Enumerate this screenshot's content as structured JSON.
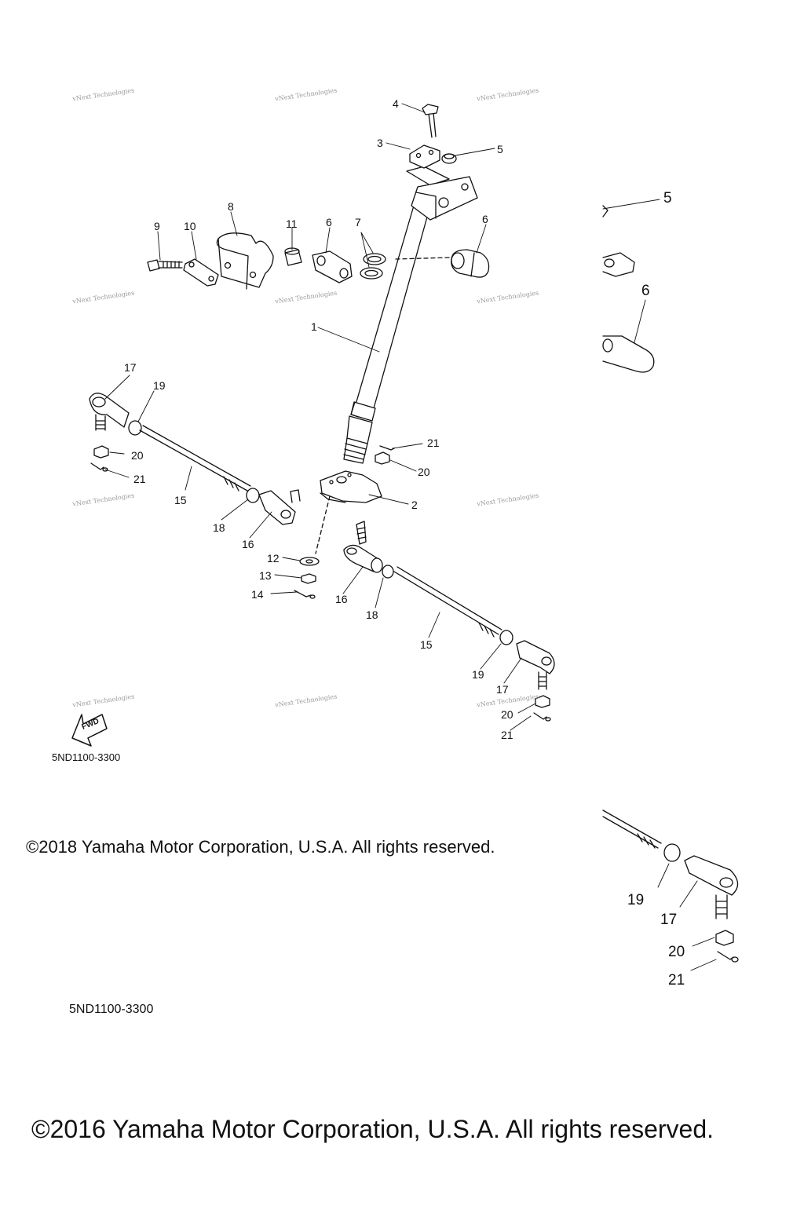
{
  "watermark": "vNext Technologies",
  "callouts": {
    "c1": "1",
    "c2": "2",
    "c3": "3",
    "c4": "4",
    "c5": "5",
    "c6a": "6",
    "c6b": "6",
    "c7": "7",
    "c8": "8",
    "c9": "9",
    "c10": "10",
    "c11": "11",
    "c12": "12",
    "c13": "13",
    "c14": "14",
    "c15a": "15",
    "c15b": "15",
    "c16a": "16",
    "c16b": "16",
    "c17a": "17",
    "c17b": "17",
    "c18a": "18",
    "c18b": "18",
    "c19a": "19",
    "c19b": "19",
    "c20a": "20",
    "c20b": "20",
    "c20c": "20",
    "c21a": "21",
    "c21b": "21",
    "c21c": "21",
    "d5": "5",
    "d6": "6",
    "d19": "19",
    "d17": "17",
    "d20": "20",
    "d21": "21"
  },
  "fwd_label": "FWD",
  "diagram_code_1": "5ND1100-3300",
  "diagram_code_2": "5ND1100-3300",
  "copyright_2018": "©2018 Yamaha Motor Corporation, U.S.A. All rights reserved.",
  "copyright_2016": "©2016 Yamaha Motor Corporation, U.S.A. All rights reserved."
}
